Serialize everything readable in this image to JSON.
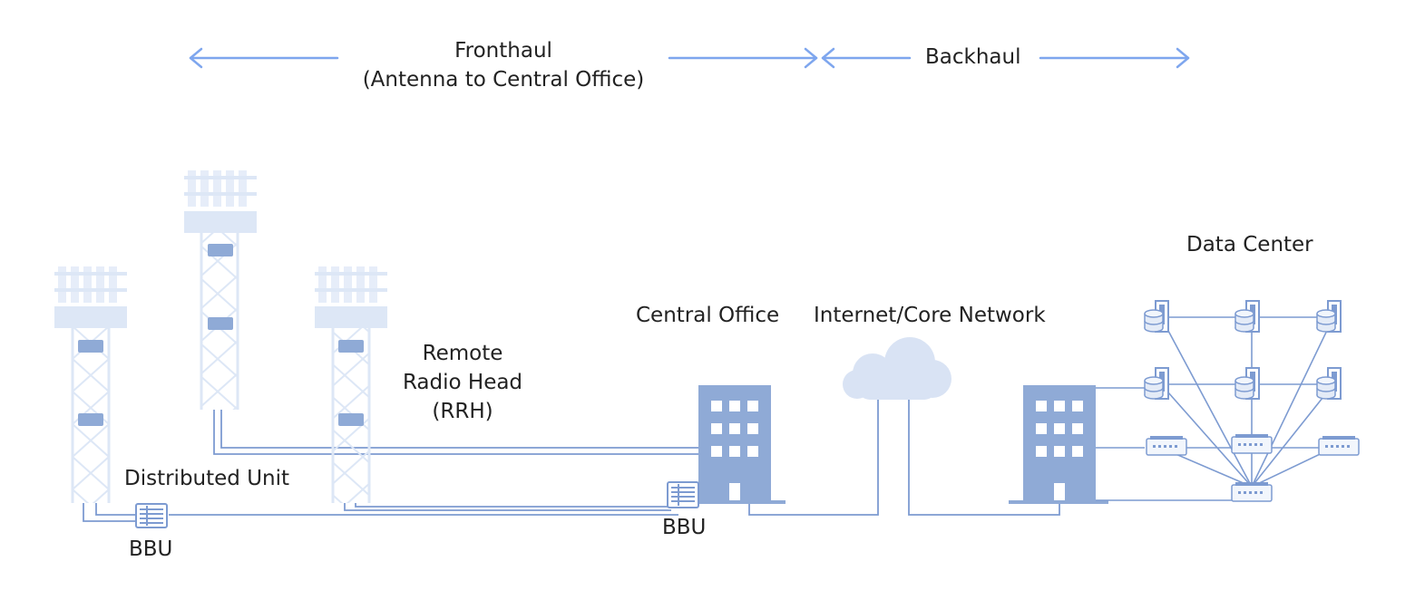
{
  "labels": {
    "fronthaul_line1": "Fronthaul",
    "fronthaul_line2": "(Antenna to Central Office)",
    "backhaul": "Backhaul",
    "rrh_line1": "Remote",
    "rrh_line2": "Radio Head",
    "rrh_line3": "(RRH)",
    "distributed_unit": "Distributed Unit",
    "bbu_left": "BBU",
    "bbu_right": "BBU",
    "central_office": "Central Office",
    "internet_core": "Internet/Core Network",
    "data_center": "Data Center"
  },
  "colors": {
    "arrow": "#7ea6ee",
    "link": "#7d9bd1",
    "tower": "#dde7f6",
    "tower_light": "#e8eefa",
    "building": "#8faad6",
    "window": "#ffffff",
    "cloud": "#d9e3f4",
    "device": "#7d9bd1",
    "text": "#222222"
  },
  "icons": [
    "cell-tower-icon",
    "bbu-icon",
    "building-icon",
    "cloud-icon",
    "server-icon",
    "switch-icon"
  ]
}
